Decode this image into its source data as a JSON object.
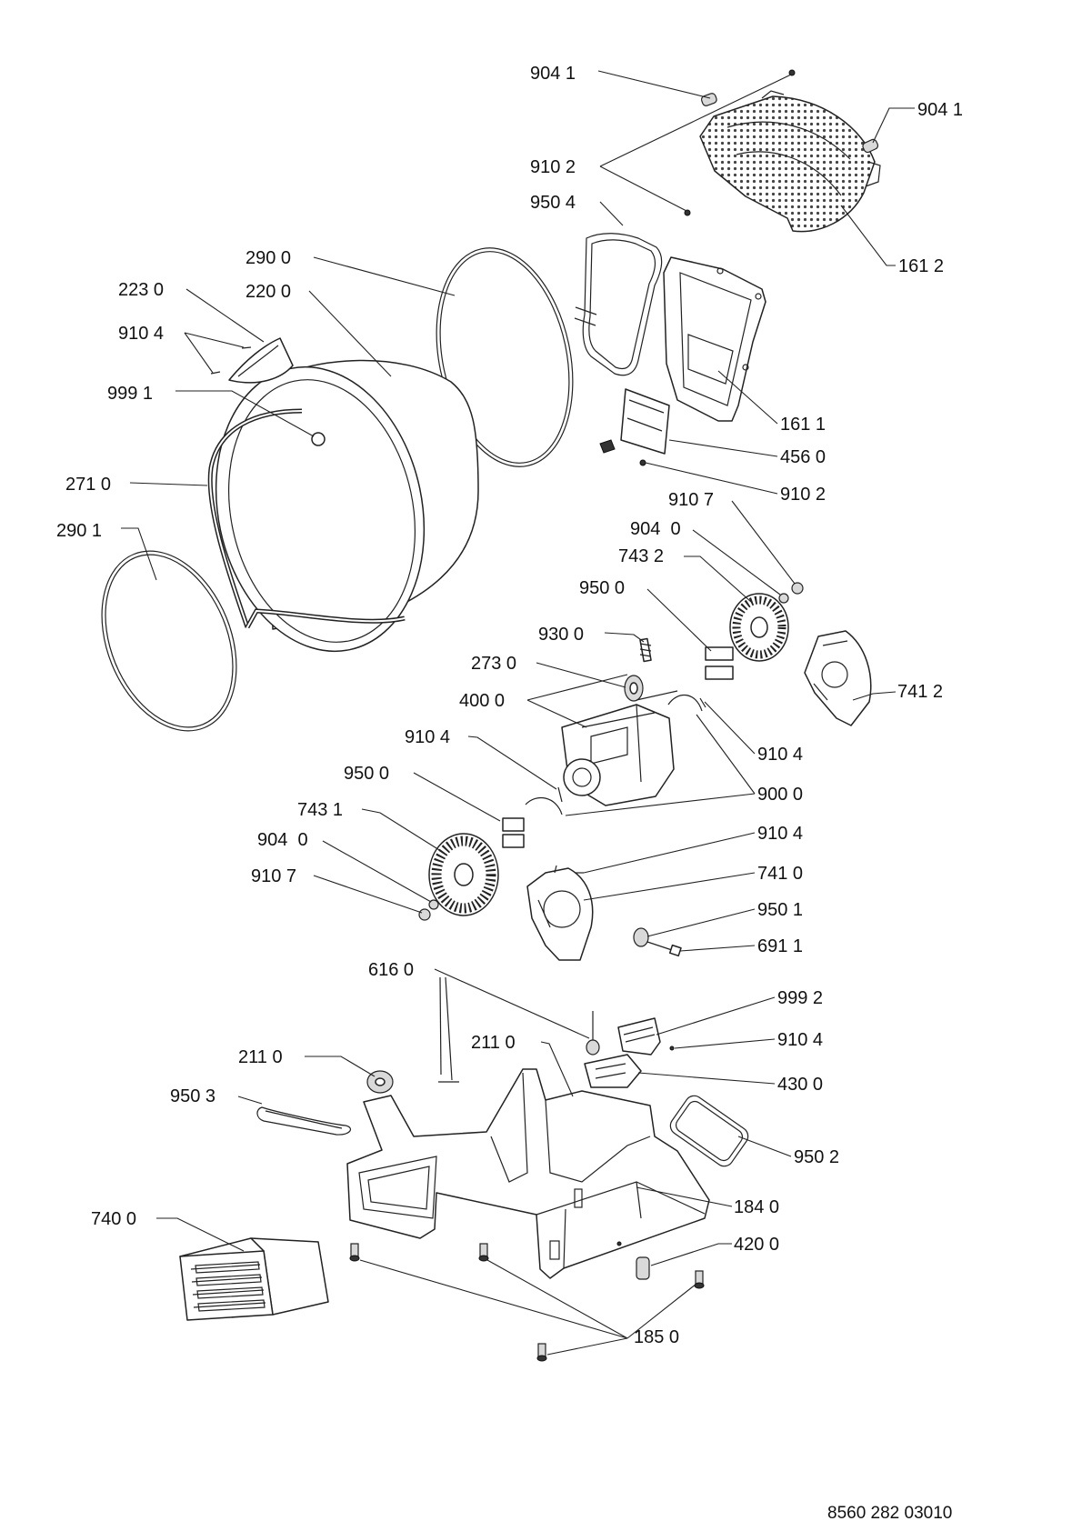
{
  "callouts": [
    "904 1",
    "904 1",
    "910 2",
    "950 4",
    "290 0",
    "161 2",
    "223 0",
    "220 0",
    "910 4",
    "999 1",
    "161 1",
    "456 0",
    "271 0",
    "910 2",
    "910 7",
    "290 1",
    "904  0",
    "743 2",
    "950 0",
    "930 0",
    "273 0",
    "741 2",
    "400 0",
    "910 4",
    "910 4",
    "950 0",
    "900 0",
    "743 1",
    "910 4",
    "904  0",
    "910 7",
    "741 0",
    "950 1",
    "691 1",
    "616 0",
    "999 2",
    "910 4",
    "211 0",
    "211 0",
    "430 0",
    "950 3",
    "950 2",
    "184 0",
    "740 0",
    "420 0",
    "185 0"
  ],
  "document_code": "8560 282 03010"
}
